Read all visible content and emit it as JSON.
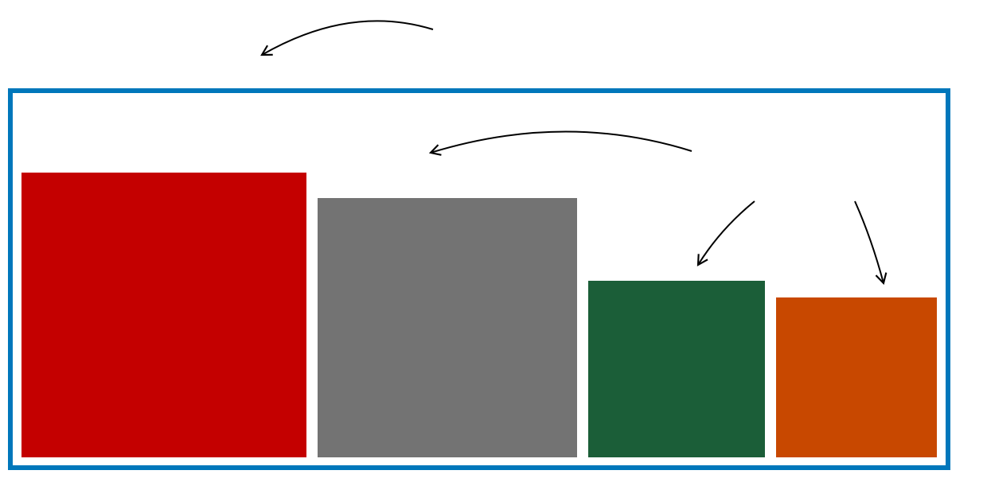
{
  "diagram": {
    "frame_color": "#0077BB",
    "arrow_color": "#000000",
    "blocks": [
      {
        "id": "red",
        "color": "#C40000"
      },
      {
        "id": "gray",
        "color": "#737373"
      },
      {
        "id": "green",
        "color": "#1B5E38"
      },
      {
        "id": "orange",
        "color": "#C84800"
      }
    ],
    "arrows": [
      {
        "id": "top-left"
      },
      {
        "id": "middle-long"
      },
      {
        "id": "right-to-green"
      },
      {
        "id": "right-to-orange"
      }
    ]
  }
}
